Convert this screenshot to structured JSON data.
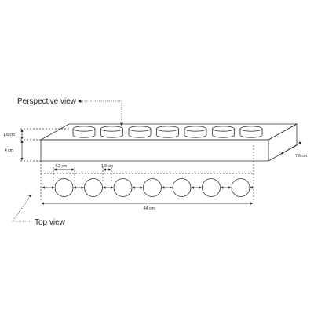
{
  "labels": {
    "perspective_view": "Perspective view",
    "top_view": "Top view",
    "well_diameter": "4.2 cm",
    "well_spacing": "1.8 cm",
    "total_length": "44 cm",
    "depth": "7.6 cm",
    "well_height": "1.8 cm",
    "block_height": "4 cm"
  },
  "well_count": 7,
  "colors": {
    "line": "#333333",
    "text": "#222222",
    "background": "#ffffff"
  }
}
